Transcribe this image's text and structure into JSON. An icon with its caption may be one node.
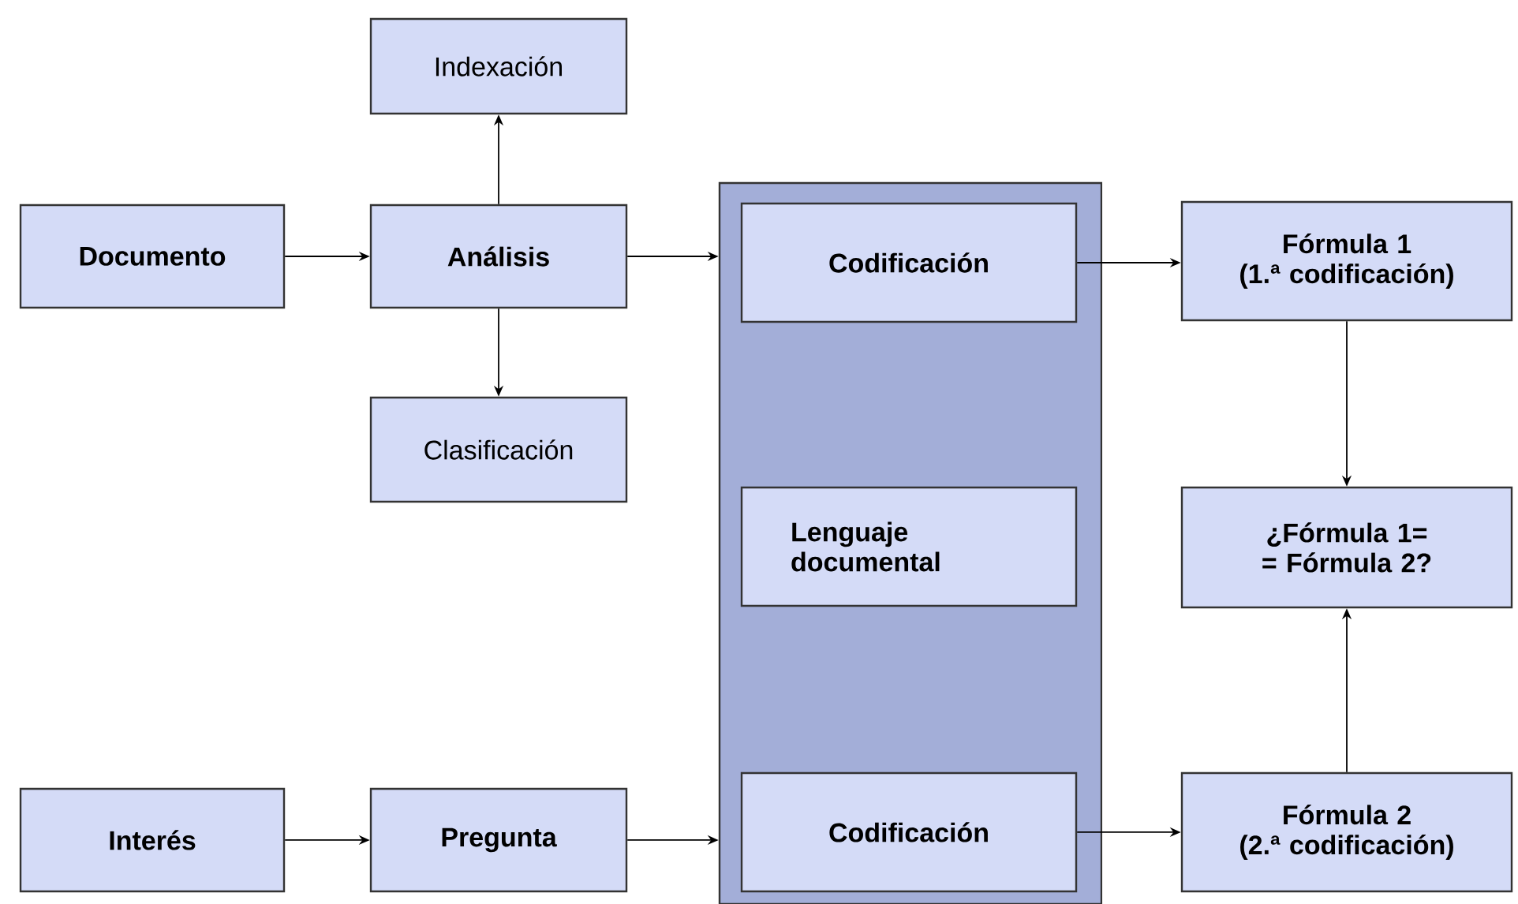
{
  "diagram": {
    "nodes": [
      {
        "text": [
          "Indexación"
        ]
      },
      {
        "text": [
          "Documento"
        ]
      },
      {
        "text": [
          "Análisis"
        ]
      },
      {
        "text": [],
        "shape": "box"
      },
      {
        "text": [
          "Codificación"
        ],
        "in": 3
      },
      {
        "text": [
          "Fórmula 1",
          "(1.ª codificación)"
        ]
      },
      {
        "text": [
          "Clasificación"
        ]
      },
      {
        "text": [
          "Lenguaje documental"
        ],
        "in": 3
      },
      {
        "text": [
          "¿Fórmula 1= = Fórmula 2?"
        ]
      },
      {
        "text": [
          "Interés"
        ]
      },
      {
        "text": [
          "Pregunta"
        ]
      },
      {
        "text": [
          "Codificación"
        ],
        "in": 3
      },
      {
        "text": [
          "Fórmula 2",
          "(2.ª codificación)"
        ]
      }
    ],
    "edges": [
      {
        "from": 1,
        "to": 2,
        "arrow": "to"
      },
      {
        "from": 2,
        "to": 0,
        "arrow": "to"
      },
      {
        "from": 2,
        "to": 6,
        "arrow": "to"
      },
      {
        "from": 2,
        "to": 3,
        "arrow": "to"
      },
      {
        "from": 4,
        "to": 5,
        "arrow": "to"
      },
      {
        "from": 5,
        "to": 8,
        "arrow": "to"
      },
      {
        "from": 9,
        "to": 10,
        "arrow": "to"
      },
      {
        "from": 10,
        "to": 3,
        "arrow": "to"
      },
      {
        "from": 11,
        "to": 12,
        "arrow": "to"
      },
      {
        "from": 12,
        "to": 8,
        "arrow": "to"
      }
    ]
  }
}
